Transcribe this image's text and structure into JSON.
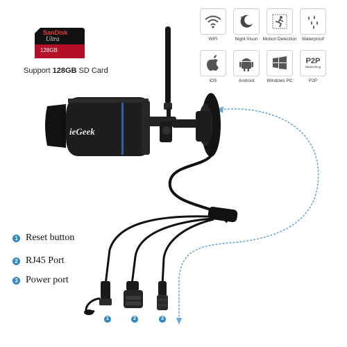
{
  "sd_card": {
    "brand": "SanDisk",
    "line": "Ultra",
    "capacity": "128GB",
    "caption_prefix": "Support ",
    "caption_capacity": "128GB",
    "caption_suffix": " SD Card",
    "accent_color": "#c8102e"
  },
  "camera": {
    "logo": "ieGeek"
  },
  "features": [
    {
      "label": "WiFi",
      "icon": "wifi-icon"
    },
    {
      "label": "Night Vison",
      "icon": "moon-icon"
    },
    {
      "label": "Motion Detection",
      "icon": "running-person-icon"
    },
    {
      "label": "Waterproof",
      "icon": "raindrops-icon"
    },
    {
      "label": "iOS",
      "icon": "apple-icon"
    },
    {
      "label": "Android",
      "icon": "android-icon"
    },
    {
      "label": "Windows PC",
      "icon": "windows-icon"
    },
    {
      "label": "P2P",
      "icon": "p2p-icon",
      "icon_text": "P2P",
      "icon_subtext": "Networking"
    }
  ],
  "legend": [
    {
      "number": "1",
      "label": "Reset button"
    },
    {
      "number": "2",
      "label": "RJ45 Port"
    },
    {
      "number": "3",
      "label": "Power port"
    }
  ],
  "connector_badges": [
    "1",
    "2",
    "3"
  ],
  "colors": {
    "accent_blue": "#2f86c9",
    "camera_body": "#1c1c1c",
    "cable": "#111111",
    "flow_arrow": "#6aa8d8"
  }
}
